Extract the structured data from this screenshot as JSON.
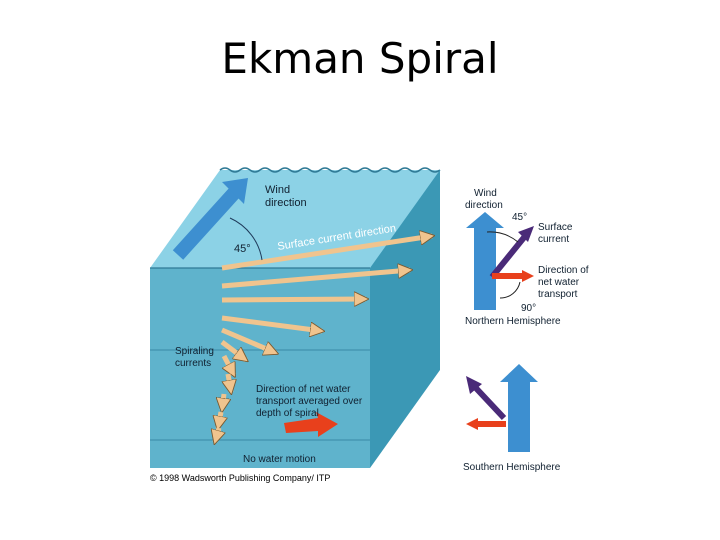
{
  "title": "Ekman Spiral",
  "colors": {
    "water_front": "#5fb3cc",
    "water_side": "#3b98b5",
    "water_top": "#8cd2e6",
    "wind_arrow": "#3d8fd0",
    "current_arrow": "#f0c48e",
    "net_transport_arrow": "#e8401c",
    "surface_current_vector": "#4a2a78"
  },
  "left_panel": {
    "wind_label_1": "Wind",
    "wind_label_2": "direction",
    "angle_label": "45°",
    "surface_current_label": "Surface current direction",
    "spiraling_1": "Spiraling",
    "spiraling_2": "currents",
    "net_transport_1": "Direction of net water",
    "net_transport_2": "transport averaged over",
    "net_transport_3": "depth of spiral",
    "no_motion": "No water motion",
    "copyright": "© 1998 Wadsworth Publishing Company/ ITP"
  },
  "northern_panel": {
    "wind_1": "Wind",
    "wind_2": "direction",
    "angle_45": "45°",
    "surface_1": "Surface",
    "surface_2": "current",
    "net_1": "Direction of",
    "net_2": "net water",
    "net_3": "transport",
    "angle_90": "90°",
    "hemisphere": "Northern Hemisphere"
  },
  "southern_panel": {
    "hemisphere": "Southern Hemisphere"
  }
}
